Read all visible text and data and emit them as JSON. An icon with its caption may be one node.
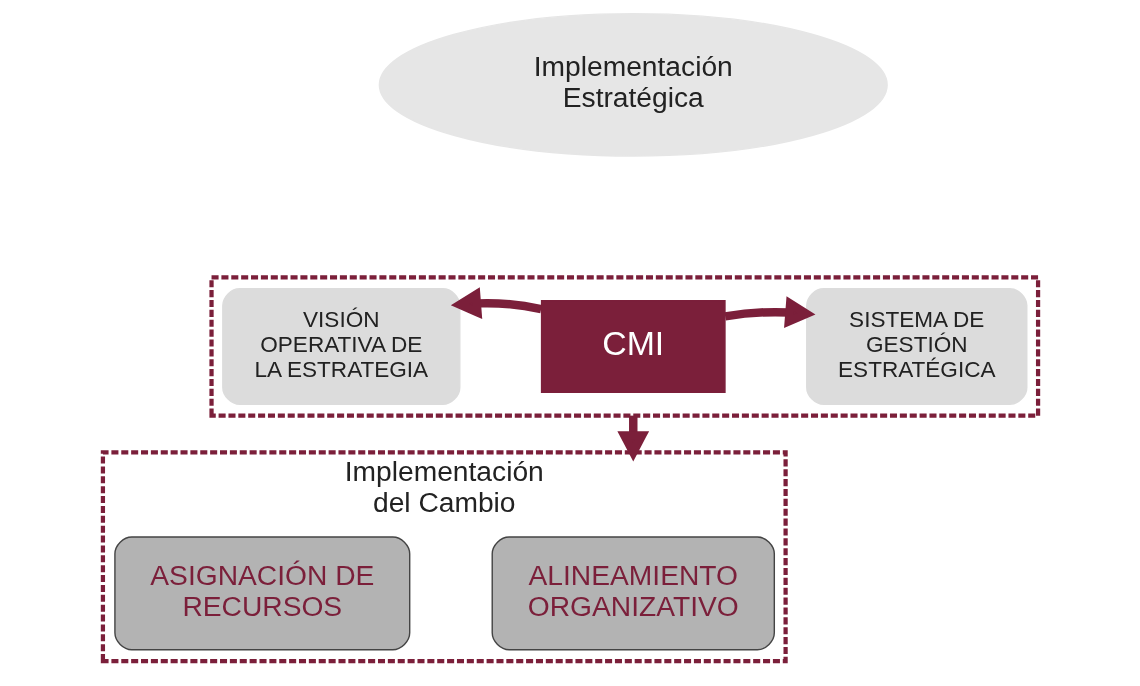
{
  "diagram": {
    "nodes": [
      {
        "text": [
          "Implementación Estratégica"
        ]
      },
      {
        "text": [],
        "shape": "box"
      },
      {
        "text": [
          "VISIÓN OPERATIVA DE LA ESTRATEGIA"
        ],
        "in": 1
      },
      {
        "text": [
          "CMI"
        ],
        "in": 1
      },
      {
        "text": [
          "SISTEMA DE GESTIÓN ESTRATÉGICA"
        ],
        "in": 1
      },
      {
        "text": [
          "Implementación del Cambio"
        ]
      },
      {
        "text": [
          "ASIGNACIÓN DE RECURSOS"
        ],
        "in": 5
      },
      {
        "text": [
          "ALINEAMIENTO ORGANIZATIVO"
        ],
        "in": 5
      }
    ],
    "edges": [
      {
        "from": 3,
        "to": 2,
        "arrow": "to"
      },
      {
        "from": 3,
        "to": 4,
        "arrow": "to"
      },
      {
        "from": 1,
        "to": 5,
        "arrow": "to"
      }
    ]
  }
}
